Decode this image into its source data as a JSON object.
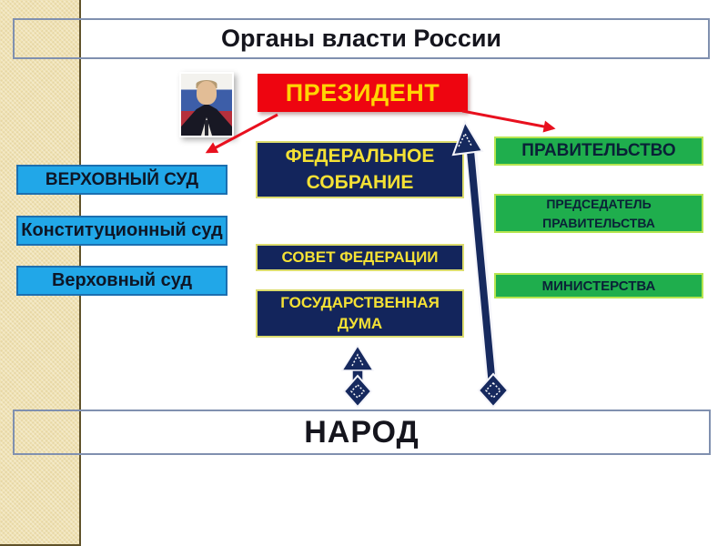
{
  "title": "Органы власти России",
  "diagram": {
    "president": {
      "label": "ПРЕЗИДЕНТ"
    },
    "federal_assembly": {
      "label": "ФЕДЕРАЛЬНОЕ СОБРАНИЕ"
    },
    "federation_council": {
      "label": "СОВЕТ ФЕДЕРАЦИИ"
    },
    "state_duma": {
      "label": "ГОСУДАРСТВЕННАЯ ДУМА"
    },
    "government": {
      "label": "ПРАВИТЕЛЬСТВО"
    },
    "government_chairman": {
      "label": "ПРЕДСЕДАТЕЛЬ ПРАВИТЕЛЬСТВА"
    },
    "ministries": {
      "label": "МИНИСТЕРСТВА"
    },
    "courts": [
      {
        "label": "ВЕРХОВНЫЙ СУД"
      },
      {
        "label": "Конституционный суд"
      },
      {
        "label": "Верховный суд"
      }
    ],
    "people": {
      "label": "НАРОД"
    }
  },
  "icons": {
    "president_photo": "putin-portrait-with-russian-flag"
  },
  "colors": {
    "president_box": "#ee0510",
    "president_text": "#ffd503",
    "navy_box": "#13255c",
    "navy_box_border": "#dcdc6e",
    "navy_box_text": "#f4e135",
    "cyan_box": "#21a7e8",
    "cyan_box_border": "#1c6fb0",
    "green_box": "#1fae4d",
    "green_box_border": "#b6e550",
    "outline_banner_border": "#8090af",
    "red_arrow": "#e8101e",
    "navy_arrow": "#16295e",
    "side_strip": "#f0e2b2",
    "side_strip_border": "#60522a"
  }
}
